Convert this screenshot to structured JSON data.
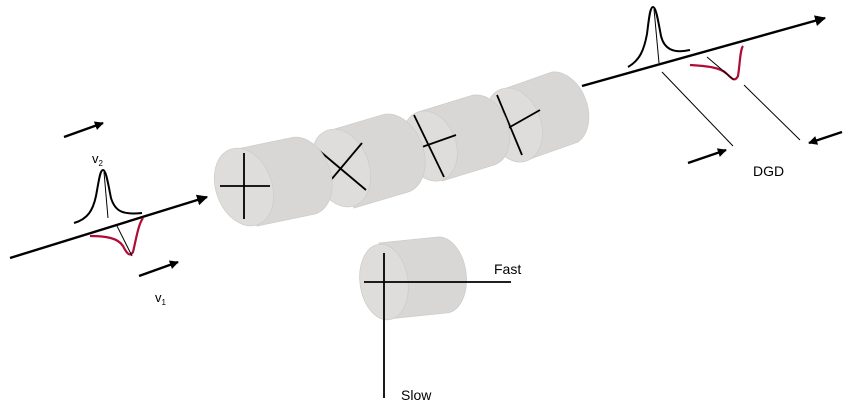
{
  "labels": {
    "v2_base": "v",
    "v2_sub": "2",
    "v1_base": "v",
    "v1_sub": "1",
    "dgd": "DGD",
    "fast": "Fast",
    "slow": "Slow"
  },
  "colors": {
    "fiber": "#d9d7d5",
    "fiber_edge": "#cfcdca",
    "fiber_end": "#dfdddb",
    "line": "#000000",
    "pulse_slow": "#b00c35",
    "pulse_fast": "#000000"
  },
  "icons": [
    "arrow-icon",
    "fiber-segment-icon",
    "polarization-axes-icon",
    "pulse-icon"
  ]
}
